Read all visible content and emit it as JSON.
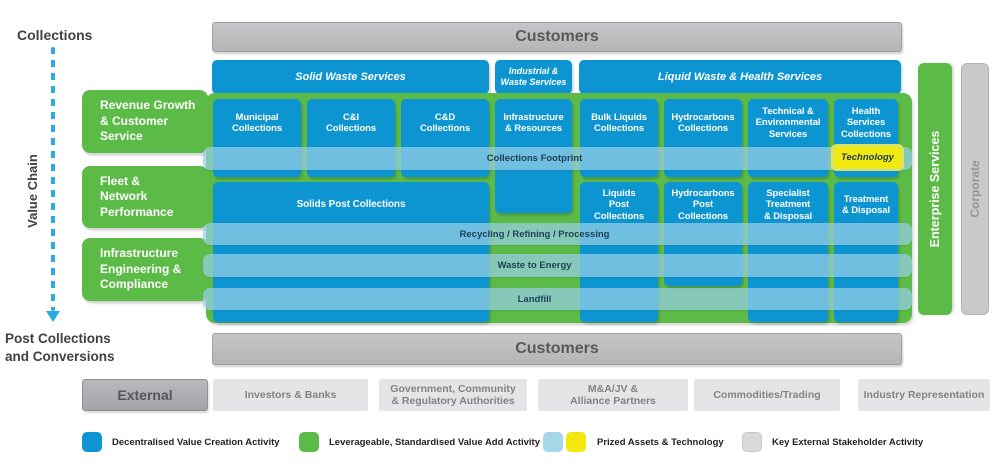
{
  "rail": {
    "collections": "Collections",
    "value_chain": "Value Chain",
    "post_collections": "Post Collections\nand Conversions",
    "rows": [
      {
        "label": "Revenue Growth\n& Customer\nService"
      },
      {
        "label": "Fleet &\nNetwork\nPerformance"
      },
      {
        "label": "Infrastructure\nEngineering &\nCompliance"
      }
    ]
  },
  "customers_top": "Customers",
  "customers_bottom": "Customers",
  "service_headers": [
    {
      "label": "Solid Waste Services"
    },
    {
      "label": "Industrial &\nWaste Services"
    },
    {
      "label": "Liquid Waste & Health Services"
    }
  ],
  "boxes": {
    "municipal": "Municipal\nCollections",
    "ci": "C&I\nCollections",
    "cd": "C&D\nCollections",
    "infrastructure_resources": "Infrastructure\n& Resources",
    "bulk_liquids": "Bulk Liquids\nCollections",
    "hydrocarbons": "Hydrocarbons\nCollections",
    "technical_environmental": "Technical &\nEnvironmental\nServices",
    "health_services": "Health\nServices\nCollections",
    "solids_post": "Solids Post Collections",
    "liquids_post": "Liquids\nPost\nCollections",
    "hydrocarbons_post": "Hydrocarbons\nPost\nCollections",
    "specialist_treatment": "Specialist\nTreatment\n& Disposal",
    "treatment_disposal": "Treatment\n& Disposal"
  },
  "bars": [
    {
      "label": "Collections Footprint"
    },
    {
      "label": "Recycling / Refining / Processing"
    },
    {
      "label": "Waste to Energy"
    },
    {
      "label": "Landfill"
    }
  ],
  "technology_label": "Technology",
  "enterprise_services": "Enterprise Services",
  "corporate": "Corporate",
  "external": {
    "header": "External",
    "items": [
      {
        "label": "Investors & Banks"
      },
      {
        "label": "Government, Community\n& Regulatory Authorities"
      },
      {
        "label": "M&A/JV &\nAlliance Partners"
      },
      {
        "label": "Commodities/Trading"
      },
      {
        "label": "Industry Representation"
      }
    ]
  },
  "legend": [
    {
      "swatch": "blue",
      "label": "Decentralised Value Creation Activity"
    },
    {
      "swatch": "green",
      "label": "Leverageable, Standardised Value Add Activity"
    },
    {
      "swatch": "lightblue+yellow",
      "label": "Prized Assets & Technology"
    },
    {
      "swatch": "gray",
      "label": "Key External Stakeholder Activity"
    }
  ],
  "colors": {
    "activity_blue": "#0d95d2",
    "value_add_green": "#5cbb47",
    "prized_light_blue": "#a5d7e8",
    "prized_yellow": "#f4e70e",
    "key_external_gray": "#d9dadb",
    "customers_gray": "#bbbdbf",
    "arrow_blue": "#29abe2"
  }
}
